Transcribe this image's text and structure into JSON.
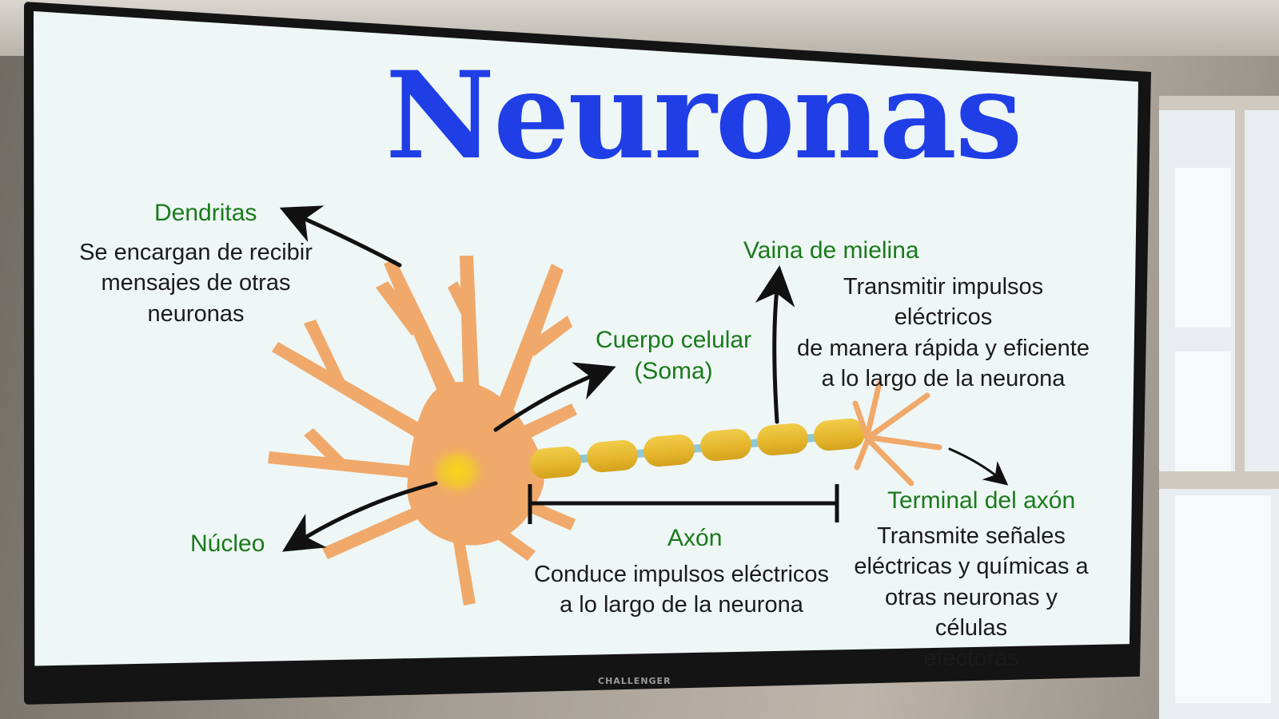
{
  "slide": {
    "title": "Neuronas",
    "brand": "CHALLENGER",
    "colors": {
      "title": "#1f3ee6",
      "label": "#1a7a1a",
      "neuron": "#f0a96a",
      "myelin": "#e8bd3a",
      "nucleus": "#f2d21a"
    }
  },
  "labels": {
    "dendritas": {
      "title": "Dendritas",
      "desc": [
        "Se encargan de recibir",
        "mensajes de otras",
        "neuronas"
      ]
    },
    "vaina": {
      "title": "Vaina de mielina",
      "desc": [
        "Transmitir impulsos eléctricos",
        "de manera rápida y eficiente",
        "a lo largo de la neurona"
      ]
    },
    "cuerpo": {
      "title": [
        "Cuerpo celular",
        "(Soma)"
      ]
    },
    "nucleo": {
      "title": "Núcleo"
    },
    "axon": {
      "title": "Axón",
      "desc": [
        "Conduce impulsos eléctricos",
        "a lo largo de la neurona"
      ]
    },
    "terminal": {
      "title": "Terminal del axón",
      "desc": [
        "Transmite señales",
        "eléctricas y químicas a",
        "otras neuronas y células",
        "efectoras"
      ]
    }
  }
}
